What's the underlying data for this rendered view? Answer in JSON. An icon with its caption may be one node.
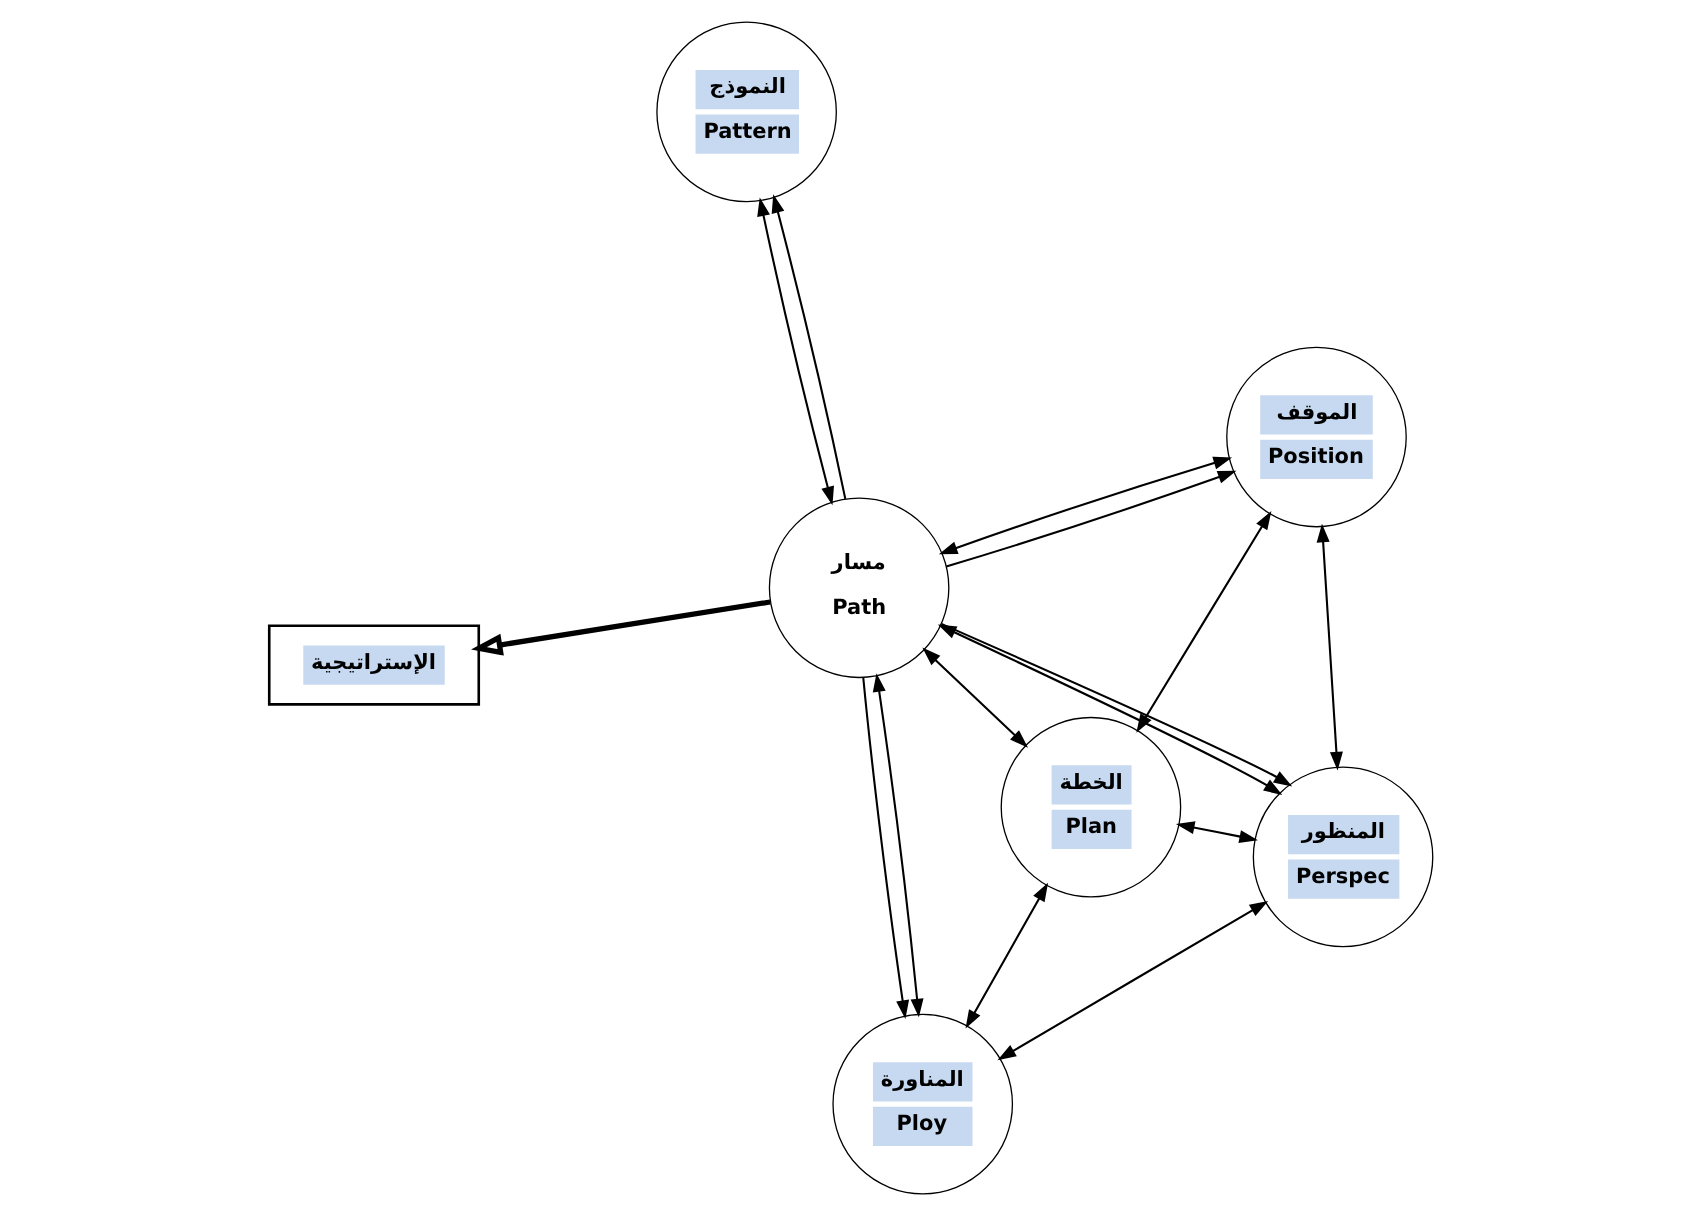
{
  "diagram": {
    "nodes": [
      {
        "text": [
          "الخطة",
          "Plan"
        ]
      },
      {
        "text": [
          "المنظور",
          "Perspec"
        ]
      },
      {
        "text": [
          "المناورة",
          "Ploy"
        ]
      },
      {
        "text": [
          "مسار",
          "Path"
        ]
      },
      {
        "text": [
          "الموقف",
          "Position"
        ]
      },
      {
        "text": [
          "النموذج",
          "Pattern"
        ]
      },
      {
        "text": [
          "الإستراتيجية"
        ]
      }
    ],
    "edges": [
      {
        "from": 1,
        "to": 0,
        "arrow": "both"
      },
      {
        "from": 0,
        "to": 2,
        "arrow": "both"
      },
      {
        "from": 1,
        "to": 2,
        "arrow": "both"
      },
      {
        "from": 0,
        "to": 3,
        "arrow": "both"
      },
      {
        "from": 1,
        "to": 3,
        "arrow": "both"
      },
      {
        "from": 3,
        "to": 1,
        "arrow": "to"
      },
      {
        "from": 4,
        "to": 0,
        "arrow": "both"
      },
      {
        "from": 1,
        "to": 4,
        "arrow": "both"
      },
      {
        "from": 3,
        "to": 4,
        "arrow": "both"
      },
      {
        "from": 3,
        "to": 4,
        "arrow": "to"
      },
      {
        "from": 3,
        "to": 2,
        "arrow": "both"
      },
      {
        "from": 3,
        "to": 2,
        "arrow": "to"
      },
      {
        "from": 3,
        "to": 5,
        "arrow": "both"
      },
      {
        "from": 3,
        "to": 5,
        "arrow": "to"
      },
      {
        "from": 3,
        "to": 6,
        "arrow": "to",
        "style": "thick"
      }
    ]
  }
}
